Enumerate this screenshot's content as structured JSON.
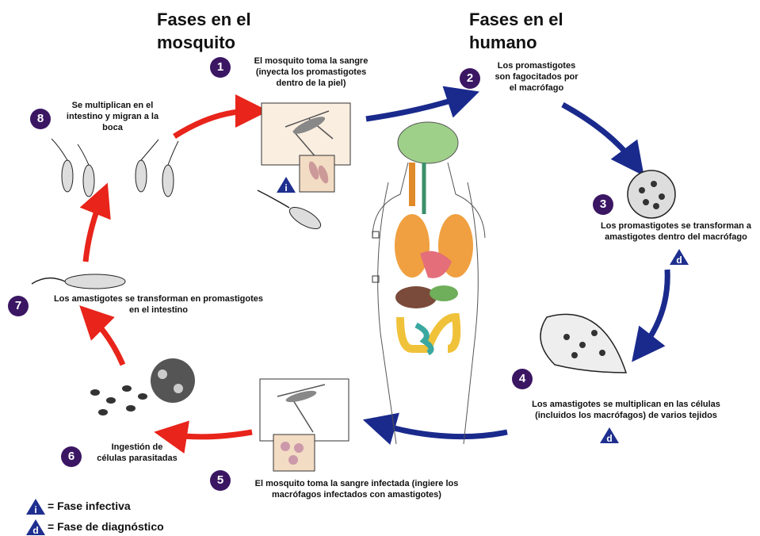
{
  "titles": {
    "mosquito": [
      "Fases en el",
      "mosquito"
    ],
    "human": [
      "Fases en el",
      "humano"
    ]
  },
  "steps": [
    {
      "n": "1",
      "text": [
        "El mosquito toma la sangre",
        "(inyecta los promastigotes",
        "dentro de la piel)"
      ]
    },
    {
      "n": "2",
      "text": [
        "Los promastigotes",
        "son fagocitados por",
        "el macrófago"
      ]
    },
    {
      "n": "3",
      "text": [
        "Los promastigotes se transforman a",
        "amastigotes dentro del macrófago"
      ]
    },
    {
      "n": "4",
      "text": [
        "Los amastigotes se multiplican en las células",
        "(incluidos los macrófagos) de varios tejidos"
      ]
    },
    {
      "n": "5",
      "text": [
        "El mosquito toma la sangre infectada (ingiere los",
        "macrófagos infectados con amastigotes)"
      ]
    },
    {
      "n": "6",
      "text": [
        "Ingestión de",
        "células parasitadas"
      ]
    },
    {
      "n": "7",
      "text": [
        "Los amastigotes se transforman en promastigotes",
        "en el intestino"
      ]
    },
    {
      "n": "8",
      "text": [
        "Se multiplican en el",
        "intestino y migran a la",
        "boca"
      ]
    }
  ],
  "stage_markers": {
    "infective": "i",
    "diagnostic": "d"
  },
  "legend": [
    {
      "symbol": "i",
      "eq": "=",
      "label": "Fase infectiva"
    },
    {
      "symbol": "d",
      "eq": "=",
      "label": "Fase de diagnóstico"
    }
  ],
  "colors": {
    "human_arrow": "#1a2a8c",
    "mosquito_arrow": "#e8241b",
    "number_badge": "#3b1663",
    "marker": "#1f2f8f"
  }
}
